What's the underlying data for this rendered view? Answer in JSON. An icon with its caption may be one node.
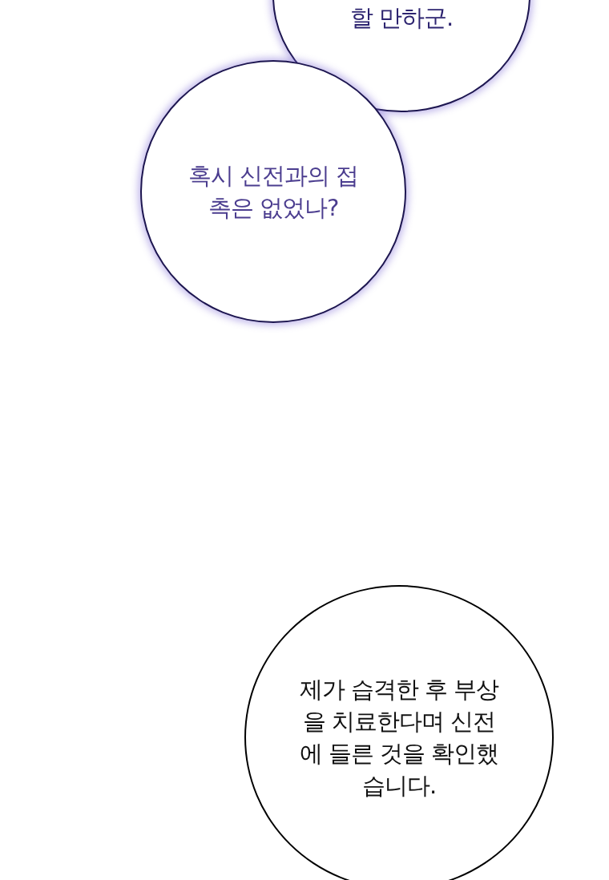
{
  "diagram": {
    "nodes": [
      {
        "text": [
          "할 만하군."
        ]
      },
      {
        "text": [
          "혹시 신전과의 접촉은 없었나?"
        ]
      },
      {
        "text": [
          "제가 습격한 후 부상을 치료한다며 신전에 들른 것을 확인했습니다."
        ]
      }
    ]
  }
}
